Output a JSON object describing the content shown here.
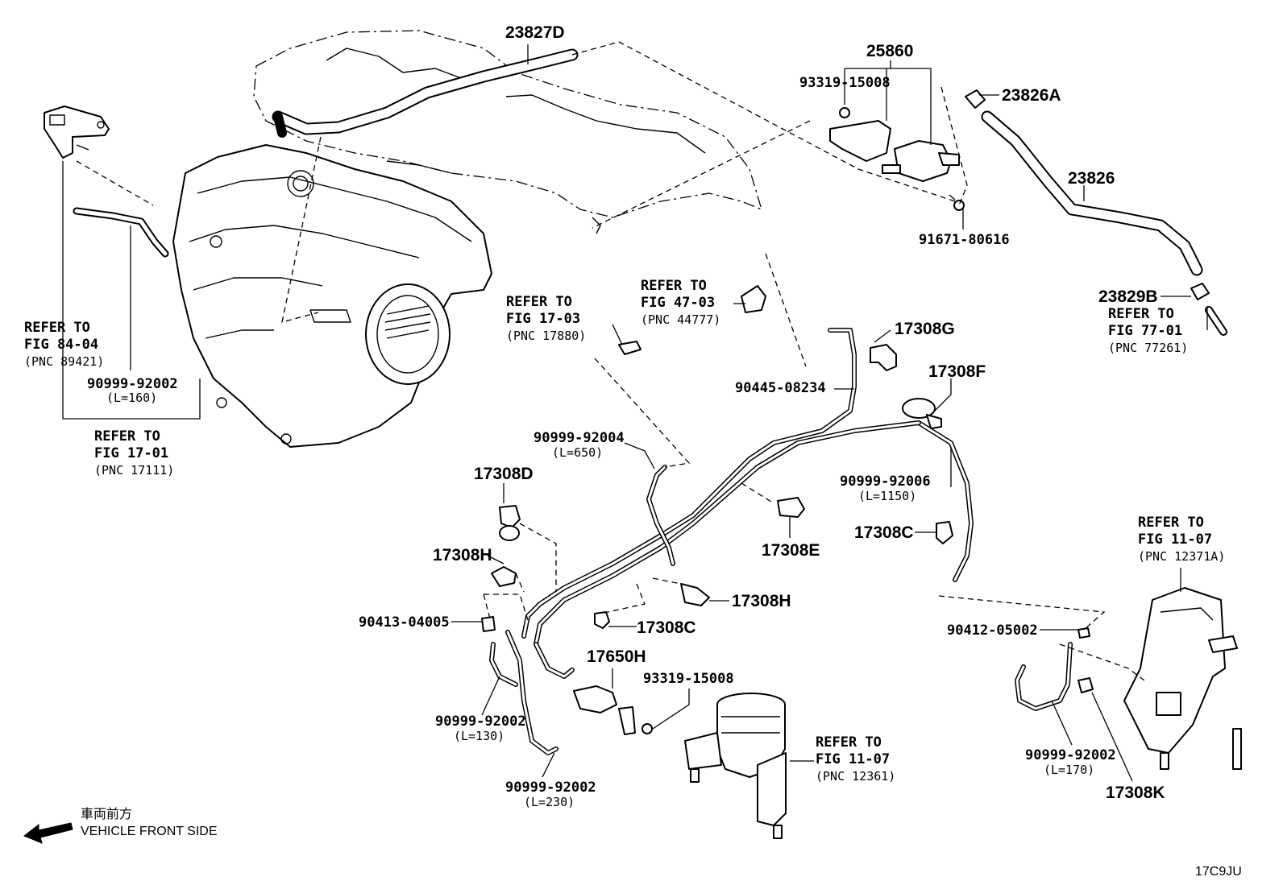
{
  "diagram_code": "17C9JU",
  "orientation": {
    "line_jp": "車両前方",
    "line_en": "VEHICLE FRONT SIDE"
  },
  "parts": {
    "p23827D": "23827D",
    "p25860": "25860",
    "p93319_15008_top": "93319-15008",
    "p23826A": "23826A",
    "p23826": "23826",
    "p91671_80616": "91671-80616",
    "p23829B": "23829B",
    "p17308G": "17308G",
    "p90445_08234": "90445-08234",
    "p17308F": "17308F",
    "p90999_92002_a": "90999-92002",
    "p90999_92004": "90999-92004",
    "p17308D": "17308D",
    "p17308H_a": "17308H",
    "p90999_92006": "90999-92006",
    "p17308C_a": "17308C",
    "p17308E": "17308E",
    "p17308H_b": "17308H",
    "p17308C_b": "17308C",
    "p90413_04005": "90413-04005",
    "p17650H": "17650H",
    "p93319_15008_bot": "93319-15008",
    "p90999_92002_b": "90999-92002",
    "p90999_92002_c": "90999-92002",
    "p90412_05002": "90412-05002",
    "p90999_92002_d": "90999-92002",
    "p17308K": "17308K"
  },
  "lengths": {
    "l160": "(L=160)",
    "l650": "(L=650)",
    "l1150": "(L=1150)",
    "l130": "(L=130)",
    "l230": "(L=230)",
    "l170": "(L=170)"
  },
  "references": {
    "fig84_04": {
      "refer": "REFER TO",
      "fig": "FIG 84-04",
      "pnc": "(PNC 89421)"
    },
    "fig17_01": {
      "refer": "REFER TO",
      "fig": "FIG 17-01",
      "pnc": "(PNC 17111)"
    },
    "fig17_03": {
      "refer": "REFER TO",
      "fig": "FIG 17-03",
      "pnc": "(PNC 17880)"
    },
    "fig47_03": {
      "refer": "REFER TO",
      "fig": "FIG 47-03",
      "pnc": "(PNC 44777)"
    },
    "fig77_01": {
      "refer": "REFER TO",
      "fig": "FIG 77-01",
      "pnc": "(PNC 77261)"
    },
    "fig11_07_a": {
      "refer": "REFER TO",
      "fig": "FIG 11-07",
      "pnc": "(PNC 12371A)"
    },
    "fig11_07_b": {
      "refer": "REFER TO",
      "fig": "FIG 11-07",
      "pnc": "(PNC 12361)"
    }
  },
  "colors": {
    "ink": "#000000",
    "paper": "#ffffff"
  }
}
